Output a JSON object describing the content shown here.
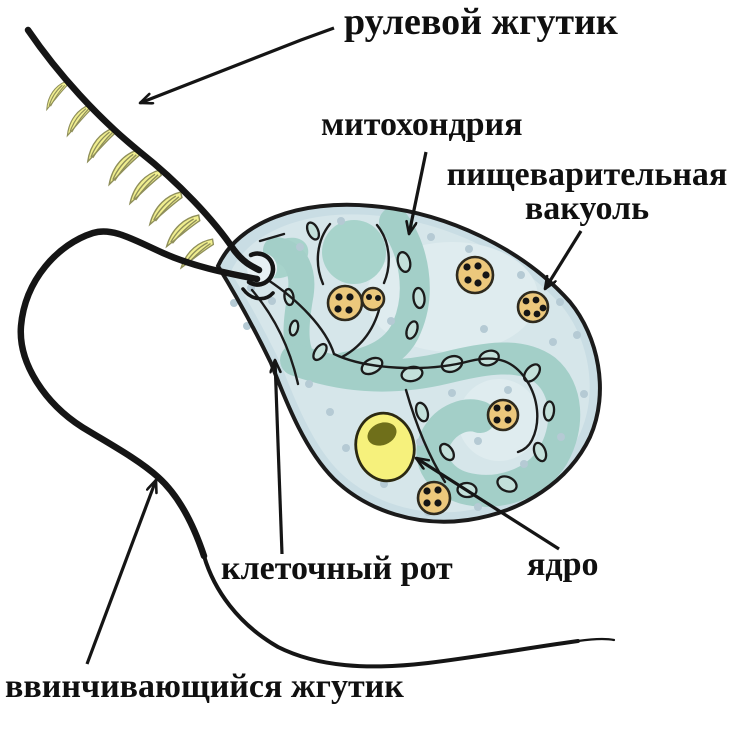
{
  "figure": {
    "kind": "cell-anatomy-diagram",
    "labels": {
      "steering_flagellum": "рулевой жгутик",
      "mitochondria": "митохондрия",
      "digestive_vacuole": "пищеварительная\nвакуоль",
      "cell_mouth": "клеточный рот",
      "nucleus": "ядро",
      "screwing_flagellum": "ввинчивающийся жгутик"
    },
    "colors": {
      "background": "#ffffff",
      "ink": "#151515",
      "cell_body": "#c9dde4",
      "cell_inner": "#d6e6ea",
      "cell_highlight": "#dfecef",
      "organelle_band": "#a3cfc8",
      "band_blob": "#a7d3cb",
      "oval_fill": "#c3e0da",
      "speckle": "#b5cad4",
      "vacuole": "#ecc87c",
      "nucleus": "#f6f17c",
      "nucleolus": "#6f6f1a",
      "mouth_pocket": "#e7f0f3",
      "flame": "#f1ef90"
    }
  }
}
